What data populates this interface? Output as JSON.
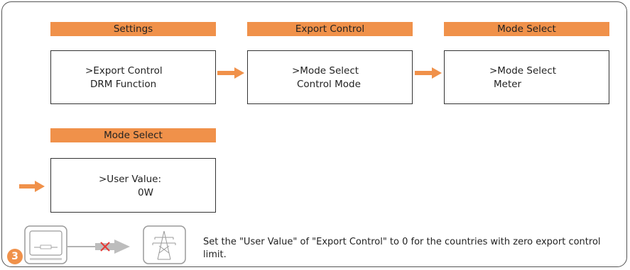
{
  "colors": {
    "accent": "#f0914a",
    "border": "#333333",
    "cross": "#e53935"
  },
  "panels": [
    {
      "header": "Settings",
      "lines": [
        ">Export Control",
        "DRM Function"
      ]
    },
    {
      "header": "Export Control",
      "lines": [
        ">Mode Select",
        "Control Mode"
      ]
    },
    {
      "header": "Mode Select",
      "lines": [
        ">Mode Select",
        "Meter"
      ]
    },
    {
      "header": "Mode Select",
      "lines": [
        ">User Value:",
        "0W"
      ]
    }
  ],
  "step": {
    "number": "3",
    "icons": [
      "inverter-icon",
      "export-blocked-arrow-icon",
      "power-grid-tower-icon"
    ],
    "note": "Set the \"User Value\" of \"Export Control\" to 0 for the countries with zero export control limit."
  }
}
